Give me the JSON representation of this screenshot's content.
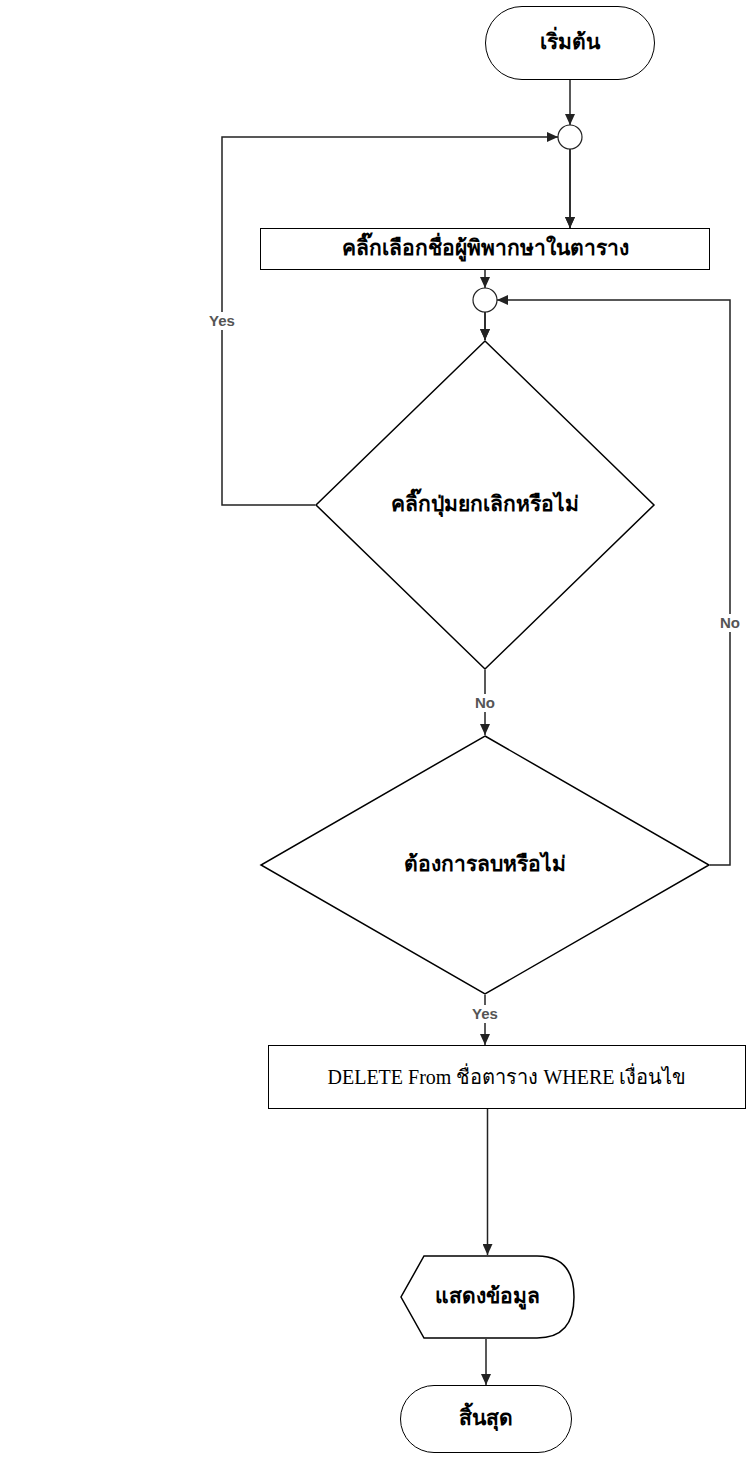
{
  "diagram": {
    "nodes": [
      {
        "text": [
          "เริ่มต้น"
        ]
      },
      {
        "text": [
          "คลิ๊กเลือกชื่อผู้พิพากษาในตาราง"
        ]
      },
      {
        "text": [
          "คลิ๊กปุ่มยกเลิกหรือไม่"
        ]
      },
      {
        "text": [
          "ต้องการลบหรือไม่"
        ]
      },
      {
        "text": [
          "DELETE From ชื่อตาราง WHERE เงื่อนไข"
        ]
      },
      {
        "text": [
          "แสดงข้อมูล"
        ]
      },
      {
        "text": [
          "สิ้นสุด"
        ]
      }
    ],
    "edges": [
      {
        "from": 0,
        "to": 1,
        "arrow": "to"
      },
      {
        "from": 1,
        "to": 2,
        "arrow": "to"
      },
      {
        "from": 2,
        "to": 1,
        "label": "Yes",
        "arrow": "to"
      },
      {
        "from": 2,
        "to": 3,
        "label": "No",
        "arrow": "to"
      },
      {
        "from": 3,
        "to": 2,
        "label": "No",
        "arrow": "to"
      },
      {
        "from": 3,
        "to": 4,
        "label": "Yes",
        "arrow": "to"
      },
      {
        "from": 4,
        "to": 5,
        "arrow": "to"
      },
      {
        "from": 5,
        "to": 6,
        "arrow": "to"
      }
    ]
  }
}
